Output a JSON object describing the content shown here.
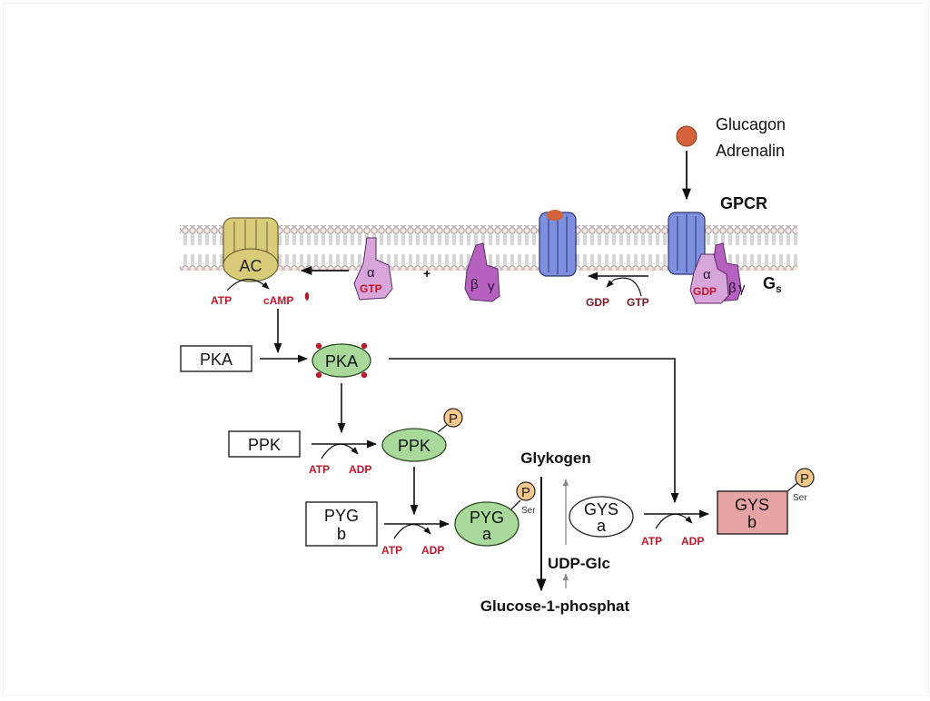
{
  "ligand": {
    "names": [
      "Glucagon",
      "Adrenalin"
    ],
    "color": "#d4623a"
  },
  "receptor": {
    "label": "GPCR",
    "color": "#7f8fe0"
  },
  "g_protein": {
    "label": "G",
    "subscript": "s",
    "alpha": "α",
    "beta": "β",
    "gamma": "γ",
    "gdp": "GDP",
    "gtp": "GTP",
    "plus": "+",
    "alpha_color": "#d9a6dc",
    "beta_color": "#b660c0"
  },
  "exchange": {
    "gdp": "GDP",
    "gtp": "GTP"
  },
  "adenylyl_cyclase": {
    "label": "AC",
    "color": "#d8cc7a",
    "substrate": "ATP",
    "product": "cAMP"
  },
  "pka": {
    "inactive": "PKA",
    "active": "PKA"
  },
  "ppk": {
    "inactive": "PPK",
    "active": "PPK",
    "cofactor_in": "ATP",
    "cofactor_out": "ADP"
  },
  "pyg": {
    "inactive_line1": "PYG",
    "inactive_line2": "b",
    "active_line1": "PYG",
    "active_line2": "a",
    "cofactor_in": "ATP",
    "cofactor_out": "ADP",
    "site": "Ser"
  },
  "gys": {
    "active_line1": "GYS",
    "active_line2": "a",
    "inactive_line1": "GYS",
    "inactive_line2": "b",
    "cofactor_in": "ATP",
    "cofactor_out": "ADP",
    "site": "Ser",
    "inactive_color": "#e8a4a4"
  },
  "phospho": {
    "label": "P",
    "color": "#f6c88a"
  },
  "metabolites": {
    "glycogen": "Glykogen",
    "udp_glc": "UDP-Glc",
    "g1p": "Glucose-1-phosphat"
  },
  "colors": {
    "active_enzyme": "#a8d99a",
    "cofactor_text": "#c0182a"
  }
}
